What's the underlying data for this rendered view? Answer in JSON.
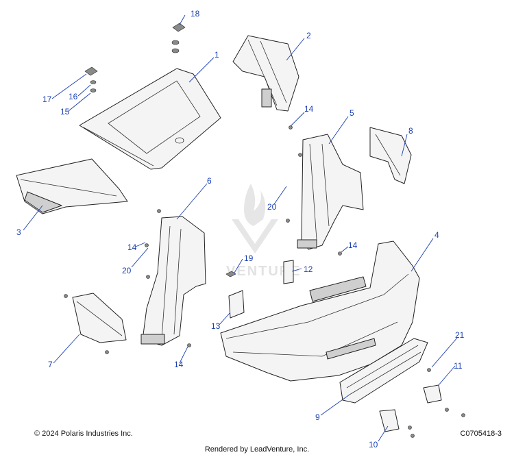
{
  "diagram": {
    "watermark": "VENTURE",
    "callouts": [
      {
        "id": "c18",
        "text": "18"
      },
      {
        "id": "c2",
        "text": "2"
      },
      {
        "id": "c1",
        "text": "1"
      },
      {
        "id": "c17",
        "text": "17"
      },
      {
        "id": "c16",
        "text": "16"
      },
      {
        "id": "c15",
        "text": "15"
      },
      {
        "id": "c14a",
        "text": "14"
      },
      {
        "id": "c5",
        "text": "5"
      },
      {
        "id": "c8",
        "text": "8"
      },
      {
        "id": "c3",
        "text": "3"
      },
      {
        "id": "c6",
        "text": "6"
      },
      {
        "id": "c20a",
        "text": "20"
      },
      {
        "id": "c14b",
        "text": "14"
      },
      {
        "id": "c20b",
        "text": "20"
      },
      {
        "id": "c19",
        "text": "19"
      },
      {
        "id": "c12",
        "text": "12"
      },
      {
        "id": "c14c",
        "text": "14"
      },
      {
        "id": "c4",
        "text": "4"
      },
      {
        "id": "c13",
        "text": "13"
      },
      {
        "id": "c7",
        "text": "7"
      },
      {
        "id": "c14d",
        "text": "14"
      },
      {
        "id": "c21",
        "text": "21"
      },
      {
        "id": "c11",
        "text": "11"
      },
      {
        "id": "c9",
        "text": "9"
      },
      {
        "id": "c10",
        "text": "10"
      }
    ]
  },
  "footer": {
    "copyright": "© 2024 Polaris Industries Inc.",
    "code": "C0705418-3",
    "rendered_by": "Rendered by LeadVenture, Inc."
  }
}
